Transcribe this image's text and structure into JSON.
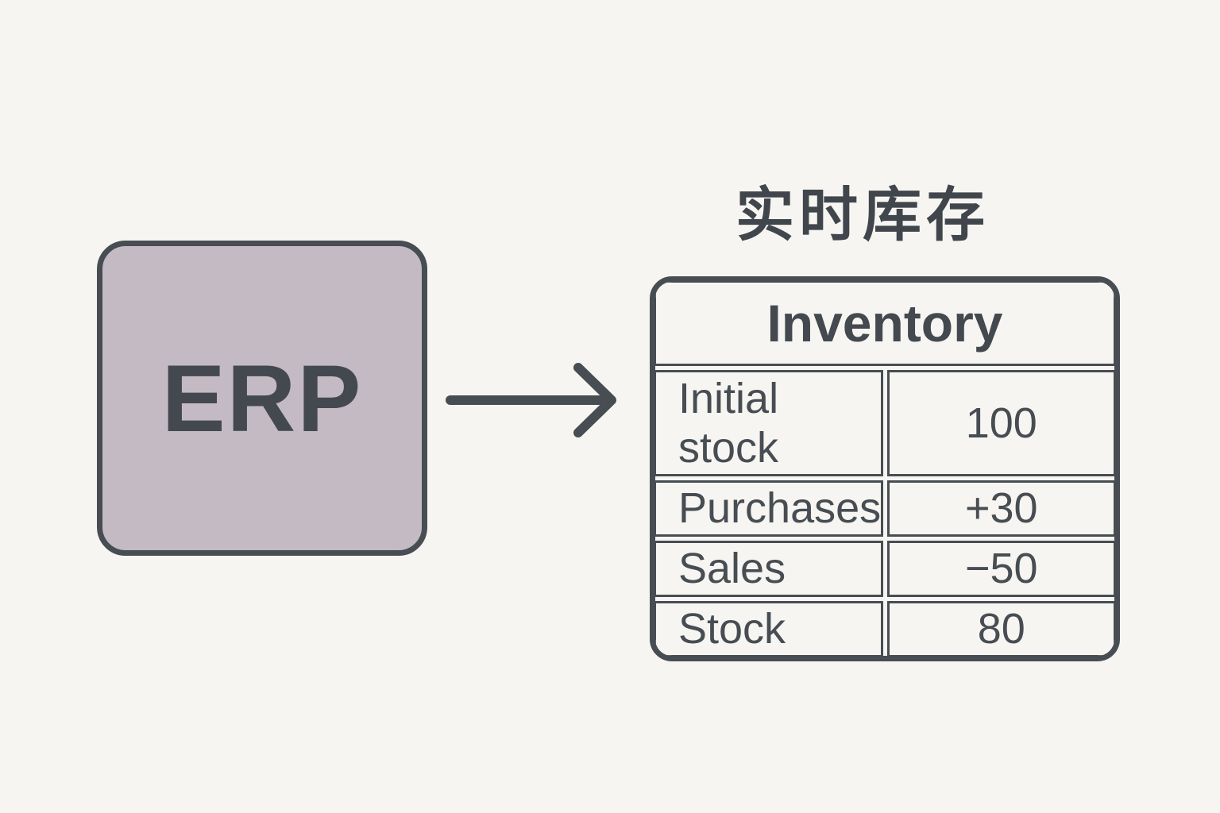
{
  "colors": {
    "background": "#f6f5f1",
    "ink": "#474d52",
    "erp_fill": "#c4bac4"
  },
  "erp": {
    "label": "ERP"
  },
  "title": "实时库存",
  "table": {
    "header": "Inventory",
    "rows": [
      {
        "label": "Initial stock",
        "value": "100"
      },
      {
        "label": "Purchases",
        "value": "+30"
      },
      {
        "label": "Sales",
        "value": "−50"
      },
      {
        "label": "Stock",
        "value": "80"
      }
    ]
  }
}
